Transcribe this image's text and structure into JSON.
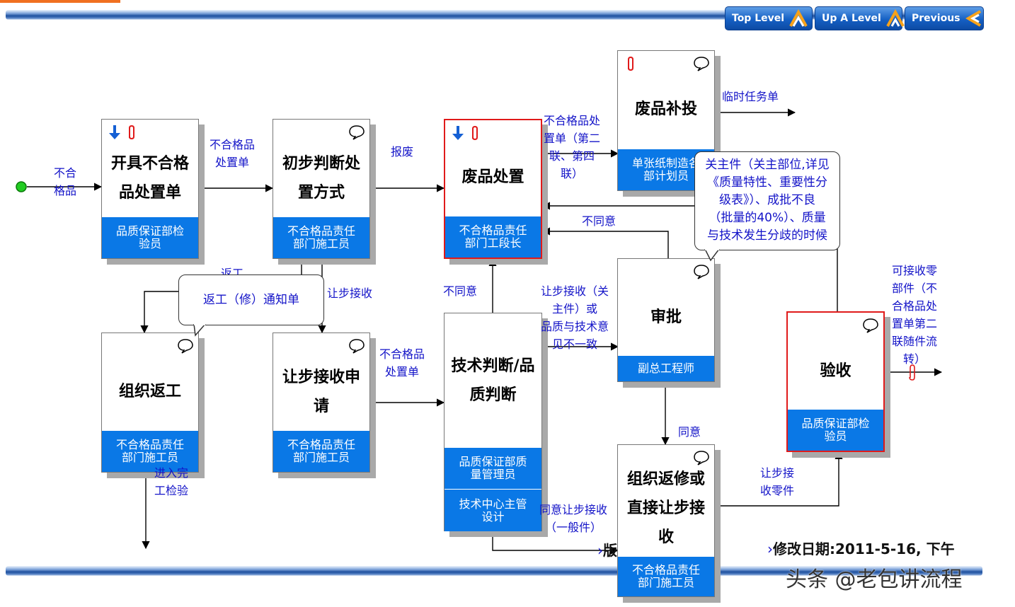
{
  "nav": {
    "top_level": "Top Level",
    "up_level": "Up A Level",
    "previous": "Previous"
  },
  "start": {
    "label": "不合\n格品"
  },
  "boxes": {
    "b1": {
      "title": "开具不合格\n品处置单",
      "role": "品质保证部检\n验员"
    },
    "b2": {
      "title": "初步判断处\n置方式",
      "role": "不合格品责任\n部门施工员"
    },
    "b3": {
      "title": "废品处置",
      "role": "不合格品责任\n部门工段长"
    },
    "b4": {
      "title": "废品补投",
      "role": "单张纸制造各\n部计划员"
    },
    "b5": {
      "title": "组织返工",
      "role": "不合格品责任\n部门施工员"
    },
    "b6": {
      "title": "让步接收申\n请",
      "role": "不合格品责任\n部门施工员"
    },
    "b7": {
      "title": "技术判断/品\n质判断",
      "role": "品质保证部质\n量管理员",
      "role2": "技术中心主管\n设计"
    },
    "b8": {
      "title": "审批",
      "role": "副总工程师"
    },
    "b9": {
      "title": "组织返修或\n直接让步接\n收",
      "role": "不合格品责任\n部门施工员"
    },
    "b10": {
      "title": "验收",
      "role": "品质保证部检\n验员"
    }
  },
  "labels": {
    "l1": "不合格品\n处置单",
    "l2": "报废",
    "l3": "不合格品处\n置单（第二\n联、第四\n联）",
    "l4": "临时任务单",
    "l5": "不同意",
    "l6": "返工",
    "l7": "让步接收",
    "l8": "不同意",
    "l9": "让步接收（关\n主件）或\n品质与技术意\n见不一致",
    "l10": "不合格品\n处置单",
    "l11": "同意",
    "l12": "可接收零\n部件（不\n合格品处\n置单第二\n联随件流\n转）",
    "l13": "让步接\n收零件",
    "l14": "同意让步接收\n（一般件）",
    "l15": "进入完\n工检验"
  },
  "callouts": {
    "c1": "返工（修）通知单",
    "c2": "关主件（关主部位,详见\n《质量特性、重要性分\n级表》）、成批不良\n（批量的40%）、质量\n与技术发生分歧的时候"
  },
  "footer": {
    "modified": "修改日期:2011-5-16, 下午",
    "cut_text": "版",
    "watermark": "头条 @老包讲流程"
  },
  "colors": {
    "accent_blue": "#0a78e6",
    "label_blue": "#1313c8",
    "red_border": "#e01a1a",
    "start_green": "#22cc22"
  },
  "icons": {
    "down_arrow": "down-arrow-icon",
    "attachment": "paperclip-icon",
    "comment": "speech-bubble-icon"
  }
}
